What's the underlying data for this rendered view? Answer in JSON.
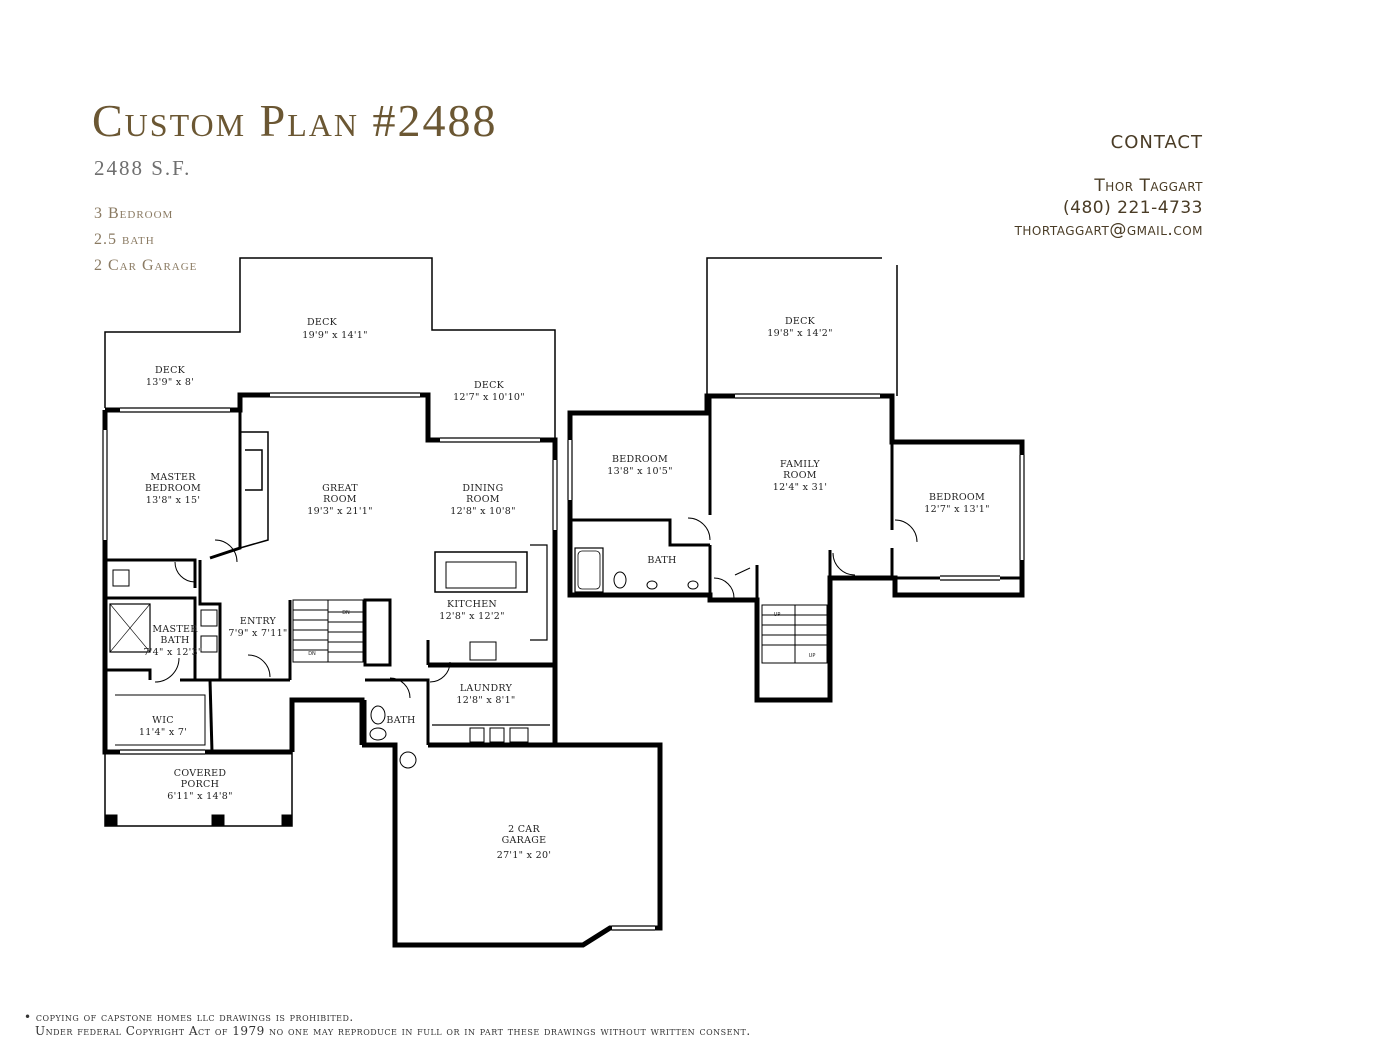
{
  "header": {
    "title": "Custom Plan #2488",
    "square_feet": "2488 S.F.",
    "features": [
      "3 Bedroom",
      "2.5 bath",
      "2 Car Garage"
    ]
  },
  "contact": {
    "heading": "CONTACT",
    "name": "Thor Taggart",
    "phone": "(480) 221-4733",
    "email": "thortaggart@gmail.com"
  },
  "rooms": {
    "deck_top": {
      "name": "DECK",
      "size": "19'9\" x 14'1\""
    },
    "deck_left": {
      "name": "DECK",
      "size": "13'9\" x 8'"
    },
    "deck_mid": {
      "name": "DECK",
      "size": "12'7\" x 10'10\""
    },
    "master_bedroom": {
      "name1": "MASTER",
      "name2": "BEDROOM",
      "size": "13'8\" x 15'"
    },
    "great_room": {
      "name1": "GREAT",
      "name2": "ROOM",
      "size": "19'3\" x 21'1\""
    },
    "dining_room": {
      "name1": "DINING",
      "name2": "ROOM",
      "size": "12'8\" x 10'8\""
    },
    "kitchen": {
      "name": "KITCHEN",
      "size": "12'8\" x 12'2\""
    },
    "entry": {
      "name": "ENTRY",
      "size": "7'9\" x 7'11\""
    },
    "master_bath": {
      "name1": "MASTER",
      "name2": "BATH",
      "size": "7'4\" x 12'3\""
    },
    "wic": {
      "name": "WIC",
      "size": "11'4\" x 7'"
    },
    "covered_porch": {
      "name1": "COVERED",
      "name2": "PORCH",
      "size": "6'11\" x 14'8\""
    },
    "laundry": {
      "name": "LAUNDRY",
      "size": "12'8\" x 8'1\""
    },
    "half_bath": {
      "name": "BATH"
    },
    "garage": {
      "name1": "2 CAR",
      "name2": "GARAGE",
      "size": "27'1\" x 20'"
    },
    "deck_upper": {
      "name": "DECK",
      "size": "19'8\" x 14'2\""
    },
    "bedroom_left": {
      "name": "BEDROOM",
      "size": "13'8\" x 10'5\""
    },
    "family_room": {
      "name1": "FAMILY",
      "name2": "ROOM",
      "size": "12'4\" x 31'"
    },
    "bedroom_right": {
      "name": "BEDROOM",
      "size": "12'7\" x 13'1\""
    },
    "upper_bath": {
      "name": "BATH"
    },
    "stairs": {
      "dn": "DN",
      "up": "UP"
    }
  },
  "disclaimer": {
    "line1": "• copying of capstone homes llc drawings is prohibited.",
    "line2": "Under federal Copyright Act of 1979 no one may reproduce in full or in part these drawings without written consent."
  }
}
